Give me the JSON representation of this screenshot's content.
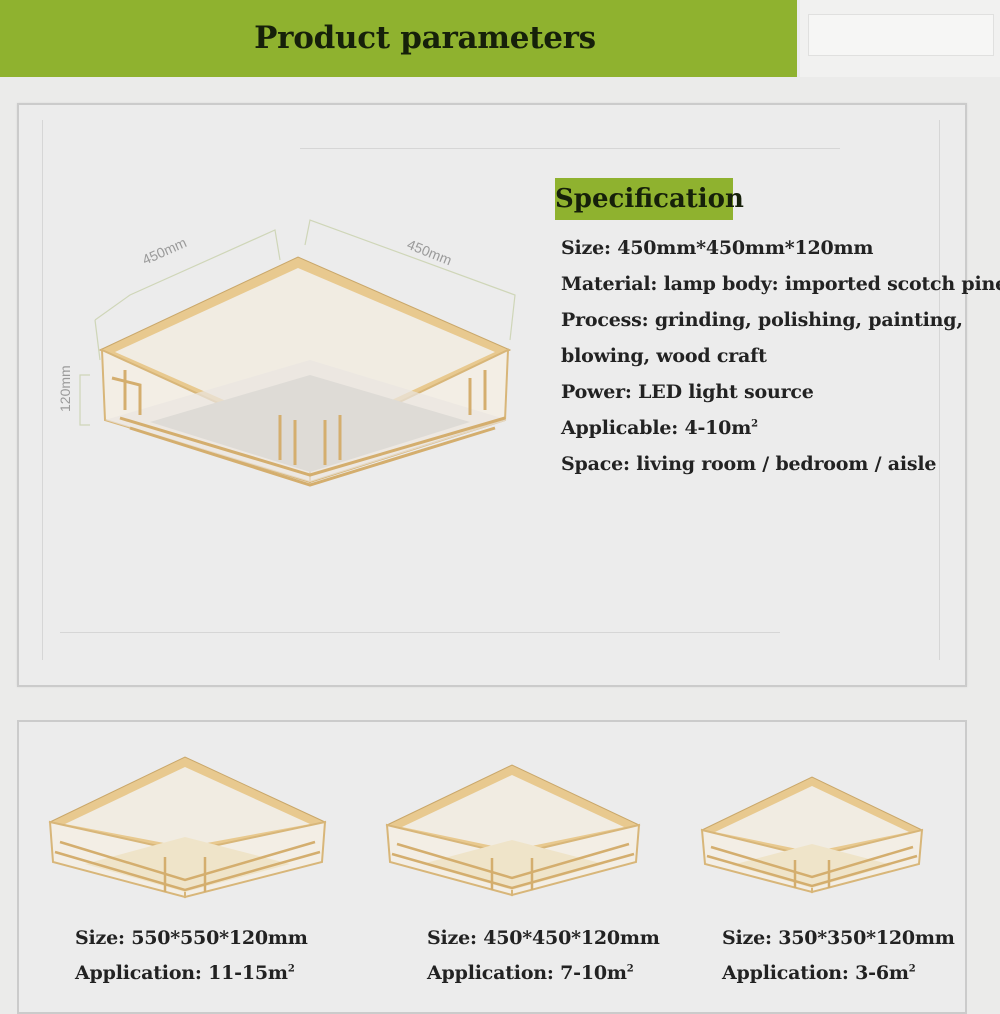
{
  "header": {
    "title": "Product parameters"
  },
  "dimensions": {
    "width": "450mm",
    "depth": "450mm",
    "height": "120mm"
  },
  "specification": {
    "label": "Specification",
    "size": "Size: 450mm*450mm*120mm",
    "material": "Material: lamp body: imported scotch pine",
    "process_1": "Process: grinding, polishing, painting,",
    "process_2": "blowing, wood craft",
    "power": "Power: LED light source",
    "applicable": "Applicable: 4-10m",
    "applicable_sup": "2",
    "space": "Space: living room / bedroom / aisle"
  },
  "variants": [
    {
      "size": "Size: 550*550*120mm",
      "application": "Application: 11-15m",
      "sup": "2"
    },
    {
      "size": "Size: 450*450*120mm",
      "application": "Application: 7-10m",
      "sup": "2"
    },
    {
      "size": "Size: 350*350*120mm",
      "application": "Application: 3-6m",
      "sup": "2"
    }
  ],
  "colors": {
    "accent": "#8fb22f",
    "wood": "#e8c98f",
    "shade": "#f5f3ee"
  }
}
